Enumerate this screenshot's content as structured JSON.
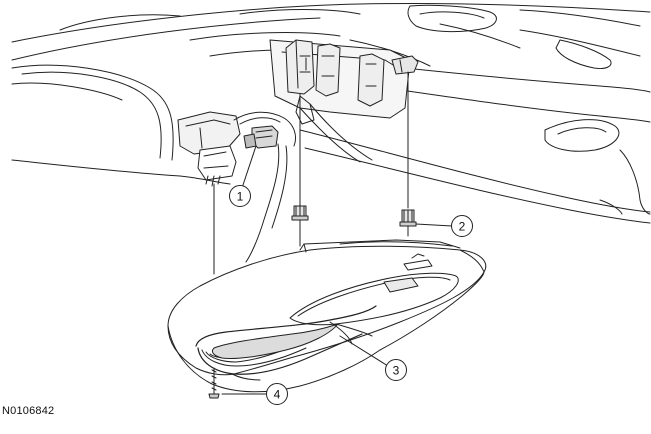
{
  "figure_id": "N0106842",
  "callouts": [
    {
      "id": "1",
      "label": "1"
    },
    {
      "id": "2",
      "label": "2"
    },
    {
      "id": "3",
      "label": "3"
    },
    {
      "id": "4",
      "label": "4"
    }
  ],
  "colors": {
    "line": "#222222",
    "background": "#ffffff",
    "shade": "#dcdcdc"
  }
}
